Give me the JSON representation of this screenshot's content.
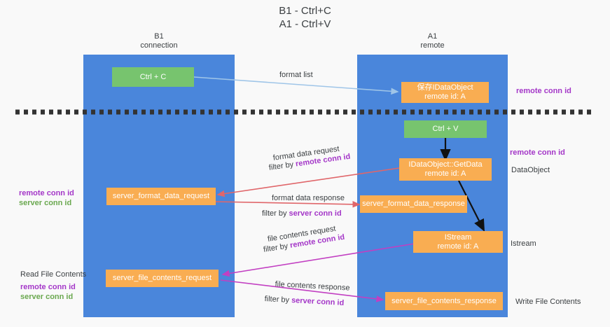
{
  "title": {
    "line1": "B1 - Ctrl+C",
    "line2": "A1 - Ctrl+V"
  },
  "lanes": [
    {
      "id": "b1",
      "name": "B1",
      "role": "connection"
    },
    {
      "id": "a1",
      "name": "A1",
      "role": "remote"
    }
  ],
  "colors": {
    "lane": "#4a86db",
    "green_node": "#77c46e",
    "orange_node": "#f9ad52",
    "purple_text": "#a437c8",
    "green_text": "#6aa84f",
    "red_arrow": "#e0666a",
    "magenta_arrow": "#c23fc2",
    "blue_arrow": "#9fc5e8",
    "black_arrow": "#000000",
    "background": "#f9f9f9",
    "divider": "#333333"
  },
  "nodes": {
    "ctrl_c": {
      "label": "Ctrl + C"
    },
    "save_idataobject": {
      "label": "保存IDataObject",
      "sub": "remote id: A"
    },
    "ctrl_v": {
      "label": "Ctrl + V"
    },
    "getdata": {
      "label": "IDataObject::GetData",
      "sub": "remote id: A"
    },
    "server_format_data_request": {
      "label": "server_format_data_request"
    },
    "server_format_data_response": {
      "label": "server_format_data_response"
    },
    "istream": {
      "label": "IStream",
      "sub": "remote id: A"
    },
    "server_file_contents_request": {
      "label": "server_file_contents_request"
    },
    "server_file_contents_response": {
      "label": "server_file_contents_response"
    }
  },
  "edge_labels": {
    "format_list": "format list",
    "format_data_request": "format data request",
    "format_data_request_filter_pre": "filter by ",
    "format_data_request_filter_id": "remote conn id",
    "format_data_response": "format data response",
    "format_data_response_filter_pre": "filter by ",
    "format_data_response_filter_id": "server conn id",
    "file_contents_request": "file contents request",
    "file_contents_request_filter_pre": "filter by ",
    "file_contents_request_filter_id": "remote conn id",
    "file_contents_response": "file contents response",
    "file_contents_response_filter_pre": "filter by ",
    "file_contents_response_filter_id": "server conn id"
  },
  "annotations": {
    "right_remote_conn_id_1": "remote conn id",
    "right_remote_conn_id_2": "remote conn id",
    "right_dataobject": "DataObject",
    "right_istream": "Istream",
    "right_write_file_contents": "Write File Contents",
    "left_remote_conn_id_1": "remote conn id",
    "left_server_conn_id_1": "server conn id",
    "left_read_file_contents": "Read File Contents",
    "left_remote_conn_id_2": "remote conn id",
    "left_server_conn_id_2": "server conn id"
  }
}
